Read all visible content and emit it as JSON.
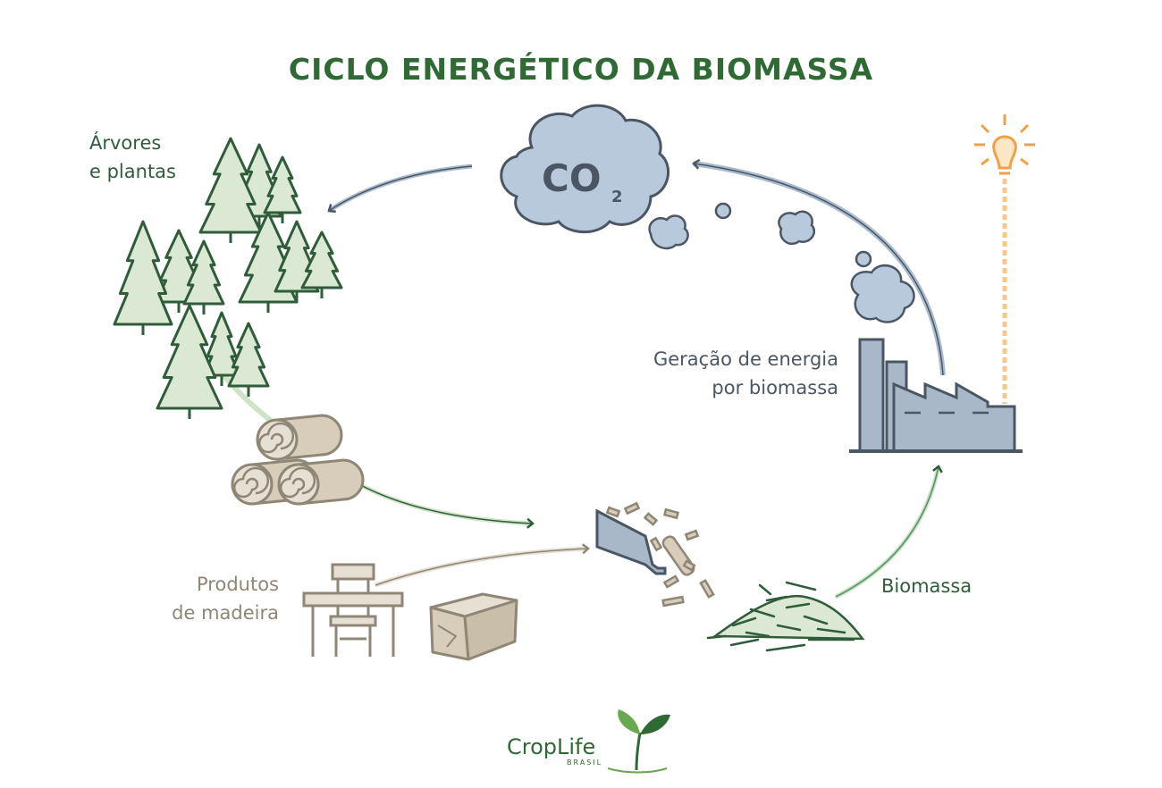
{
  "title": "CICLO ENERGÉTICO DA BIOMASSA",
  "labels": {
    "trees_line1": "Árvores",
    "trees_line2": "e plantas",
    "energy_line1": "Geração de energia",
    "energy_line2": "por biomassa",
    "products_line1": "Produtos",
    "products_line2": "de madeira",
    "biomass": "Biomassa"
  },
  "cloud": {
    "main": "CO",
    "sub": "2"
  },
  "brand": {
    "name": "CropLife",
    "sub": "BRASIL"
  },
  "colors": {
    "title": "#2f6a35",
    "tree_fill": "#dbe8d3",
    "tree_stroke": "#2f5d3a",
    "cloud_fill": "#b8c9dc",
    "outline": "#4a5663",
    "factory_fill": "#a9b8c9",
    "wood_fill": "#d8cdbb",
    "wood_stroke": "#8f8676",
    "bulb": "#f0a04a",
    "arrow_blue": "#a9bccf",
    "arrow_green": "#5d9a72",
    "arrow_brown": "#c9c0b0"
  },
  "icons": [
    "tree-icon",
    "co2-cloud-icon",
    "factory-icon",
    "light-bulb-icon",
    "log-pile-icon",
    "chair-icon",
    "table-icon",
    "cardboard-box-icon",
    "wood-chipper-icon",
    "biomass-pile-icon",
    "seedling-logo-icon"
  ]
}
